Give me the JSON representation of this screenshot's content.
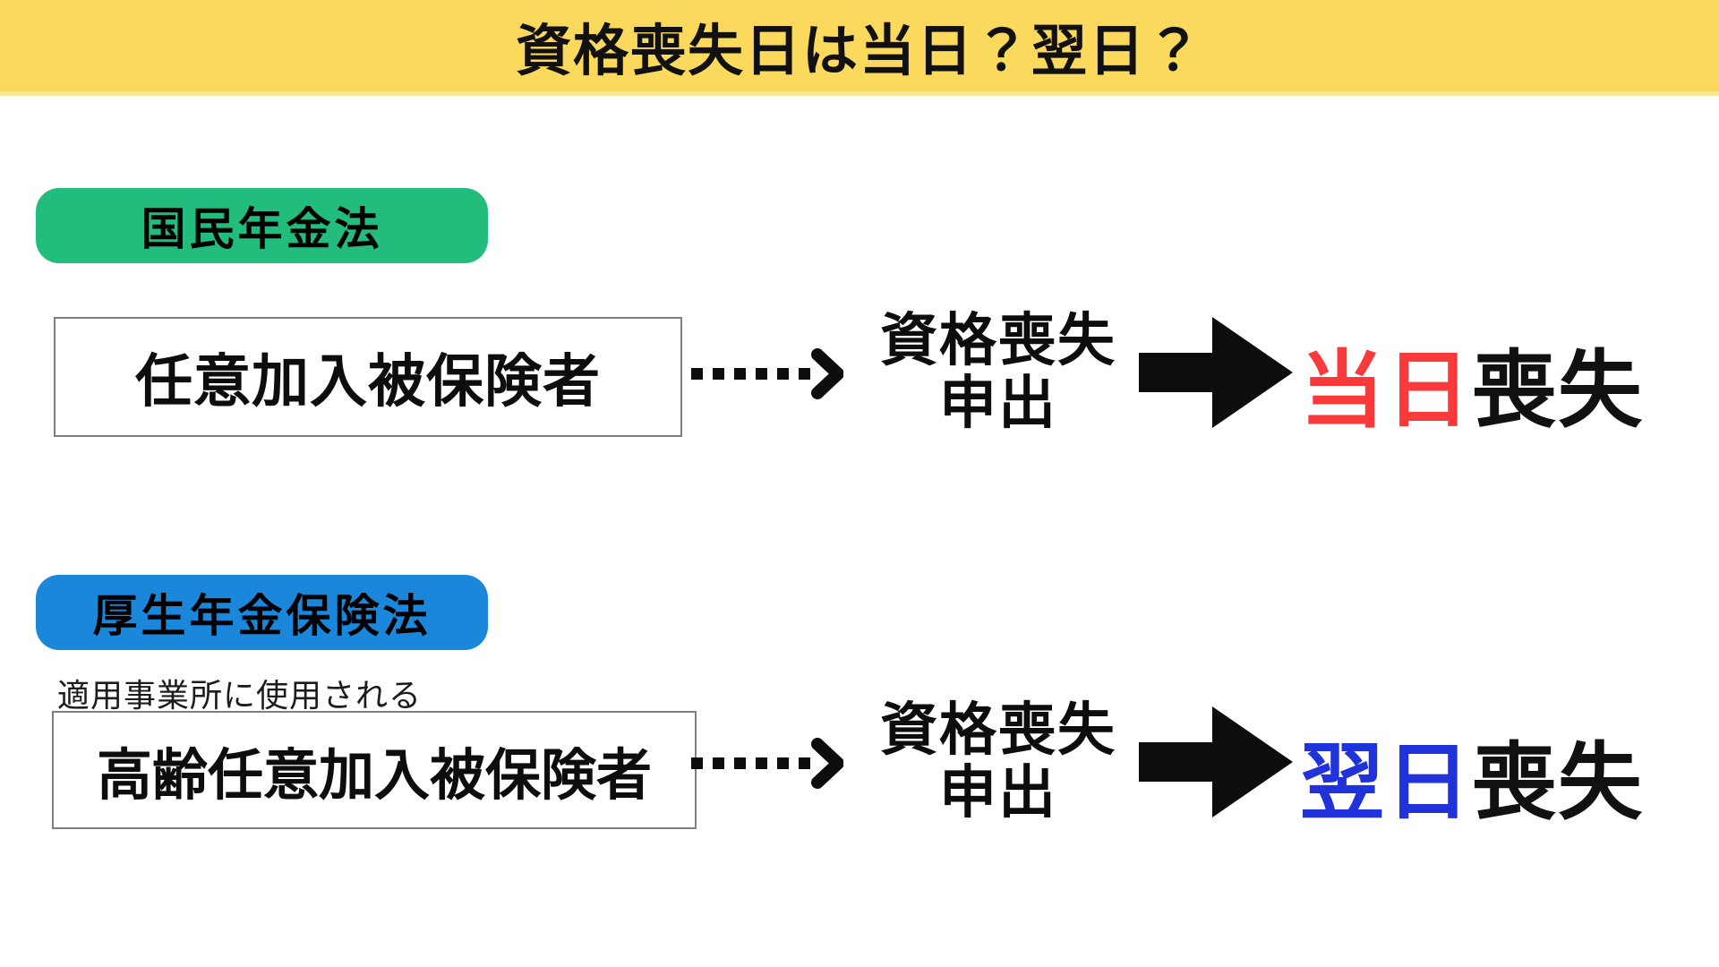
{
  "header": {
    "title": "資格喪失日は当日？翌日？",
    "bg_color": "#fbd95d",
    "text_color": "#111111"
  },
  "sections": [
    {
      "badge": {
        "label": "国民年金法",
        "bg_color": "#22bd7c",
        "text_color": "#ffffff"
      },
      "note": "",
      "box": {
        "label": "任意加入被保険者"
      },
      "dotted_arrow_icon": "dotted-arrow-right",
      "middle": {
        "line1": "資格喪失",
        "line2": "申出"
      },
      "block_arrow_icon": "solid-arrow-right",
      "result": {
        "highlight": "当日",
        "highlight_color": "#fa3a3a",
        "suffix": "喪失",
        "suffix_color": "#111111"
      }
    },
    {
      "badge": {
        "label": "厚生年金保険法",
        "bg_color": "#1a87db",
        "text_color": "#ffffff"
      },
      "note": "適用事業所に使用される",
      "box": {
        "label": "高齢任意加入被保険者"
      },
      "dotted_arrow_icon": "dotted-arrow-right",
      "middle": {
        "line1": "資格喪失",
        "line2": "申出"
      },
      "block_arrow_icon": "solid-arrow-right",
      "result": {
        "highlight": "翌日",
        "highlight_color": "#2032d9",
        "suffix": "喪失",
        "suffix_color": "#111111"
      }
    }
  ]
}
